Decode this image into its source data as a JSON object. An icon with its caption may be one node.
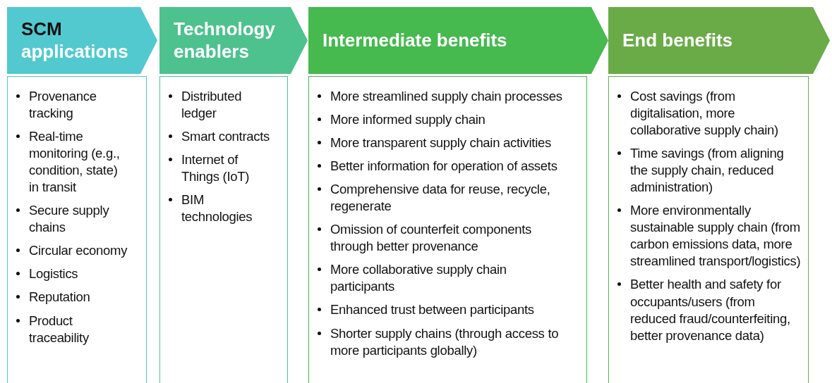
{
  "diagram": {
    "nodes": [
      {
        "text": [
          "SCM",
          "applications"
        ]
      },
      {
        "text": [
          "Provenance tracking",
          "Real-time monitoring (e.g., condition, state) in transit",
          "Secure supply chains",
          "Circular economy",
          "Logistics",
          "Reputation",
          "Product traceability"
        ]
      },
      {
        "text": [
          "Technology enablers"
        ]
      },
      {
        "text": [
          "Distributed ledger",
          "Smart contracts",
          "Internet of Things (IoT)",
          "BIM technologies"
        ]
      },
      {
        "text": [
          "Intermediate benefits"
        ]
      },
      {
        "text": [
          "More streamlined supply chain processes",
          "More informed supply chain",
          "More transparent supply chain activities",
          "Better information for operation of assets",
          "Comprehensive data for reuse, recycle, regenerate",
          "Omission of counterfeit components through better provenance",
          "More collaborative supply chain participants",
          "Enhanced trust between participants",
          "Shorter supply chains (through access to more participants globally)"
        ]
      },
      {
        "text": [
          "End benefits"
        ]
      },
      {
        "text": [
          "Cost savings (from digitalisation, more collaborative supply chain)",
          "Time savings (from aligning the supply chain, reduced administration)",
          "More environmentally sustainable supply chain (from carbon emissions data, more streamlined transport/logistics)",
          "Better health and safety for occupants/users (from reduced fraud/counterfeiting, better provenance data)"
        ]
      }
    ]
  }
}
